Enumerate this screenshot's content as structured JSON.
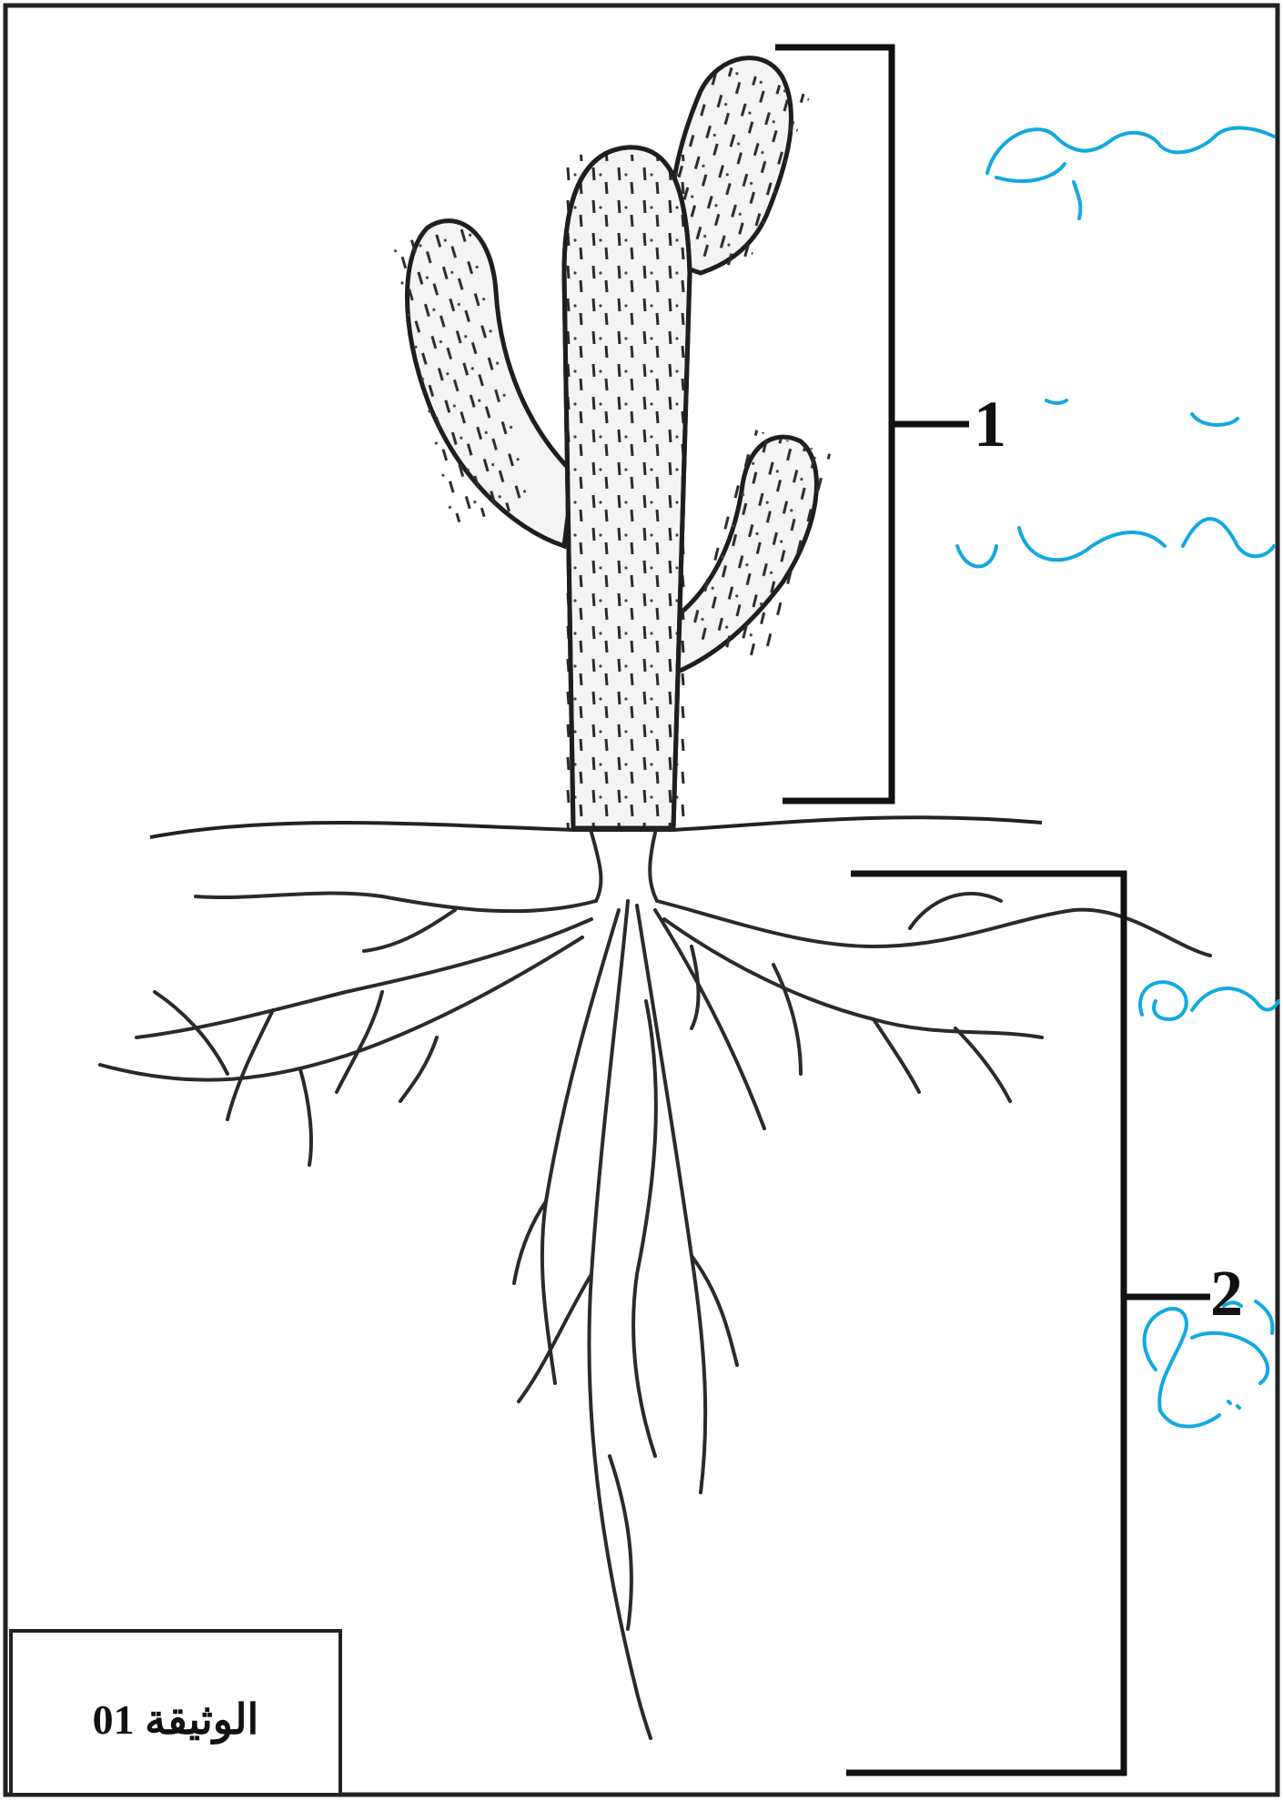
{
  "document": {
    "label": "الوثيقة 01"
  },
  "parts": [
    {
      "number": "1"
    },
    {
      "number": "2"
    }
  ],
  "colors": {
    "ink": "#111111",
    "handwriting": "#12a9e0",
    "frame": "#222222"
  }
}
